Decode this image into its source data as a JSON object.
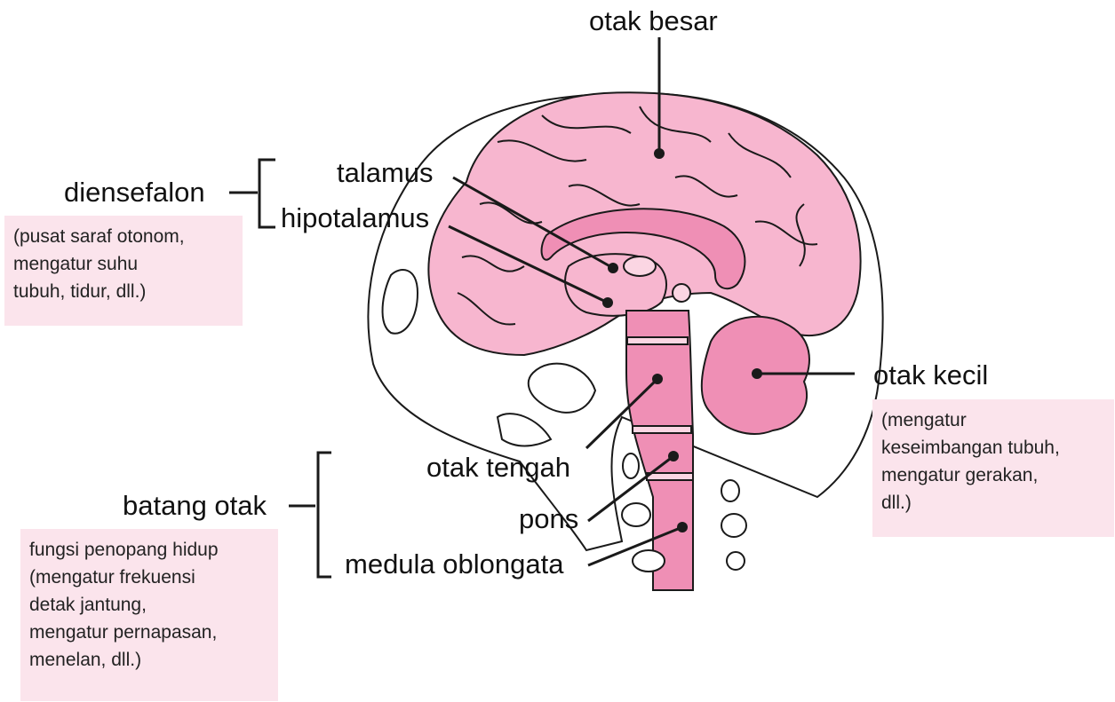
{
  "labels": {
    "otak_besar": "otak besar",
    "diensefalon": "diensefalon",
    "talamus": "talamus",
    "hipotalamus": "hipotalamus",
    "otak_kecil": "otak kecil",
    "otak_tengah": "otak tengah",
    "pons": "pons",
    "medula_oblongata": "medula oblongata",
    "batang_otak": "batang otak"
  },
  "notes": {
    "diensefalon": [
      "(pusat saraf otonom,",
      "mengatur suhu",
      "tubuh, tidur, dll.)"
    ],
    "otak_kecil": [
      "(mengatur",
      "keseimbangan tubuh,",
      "mengatur gerakan,",
      "dll.)"
    ],
    "batang_otak": [
      "fungsi penopang hidup",
      "(mengatur frekuensi",
      "detak jantung,",
      "mengatur pernapasan,",
      "menelan, dll.)"
    ]
  },
  "colors": {
    "brain": "#f7b6cf",
    "brain_dark": "#ef8fb5",
    "note_bg": "#fbe4ec",
    "outline": "#1a1a1a"
  }
}
